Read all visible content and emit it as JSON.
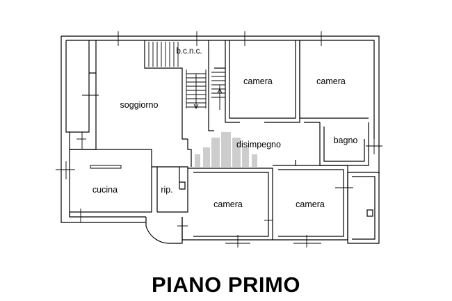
{
  "plan": {
    "title": "PIANO PRIMO",
    "rooms": {
      "soggiorno": "soggiorno",
      "bcnc": "b.c.n.c.",
      "camera_top_left": "camera",
      "camera_top_right": "camera",
      "bagno": "bagno",
      "disimpegno": "disimpegno",
      "cucina": "cucina",
      "rip": "rip.",
      "camera_bottom_left": "camera",
      "camera_bottom_right": "camera"
    }
  },
  "colors": {
    "wall": "#000000",
    "watermark": "#c8c8c8"
  }
}
